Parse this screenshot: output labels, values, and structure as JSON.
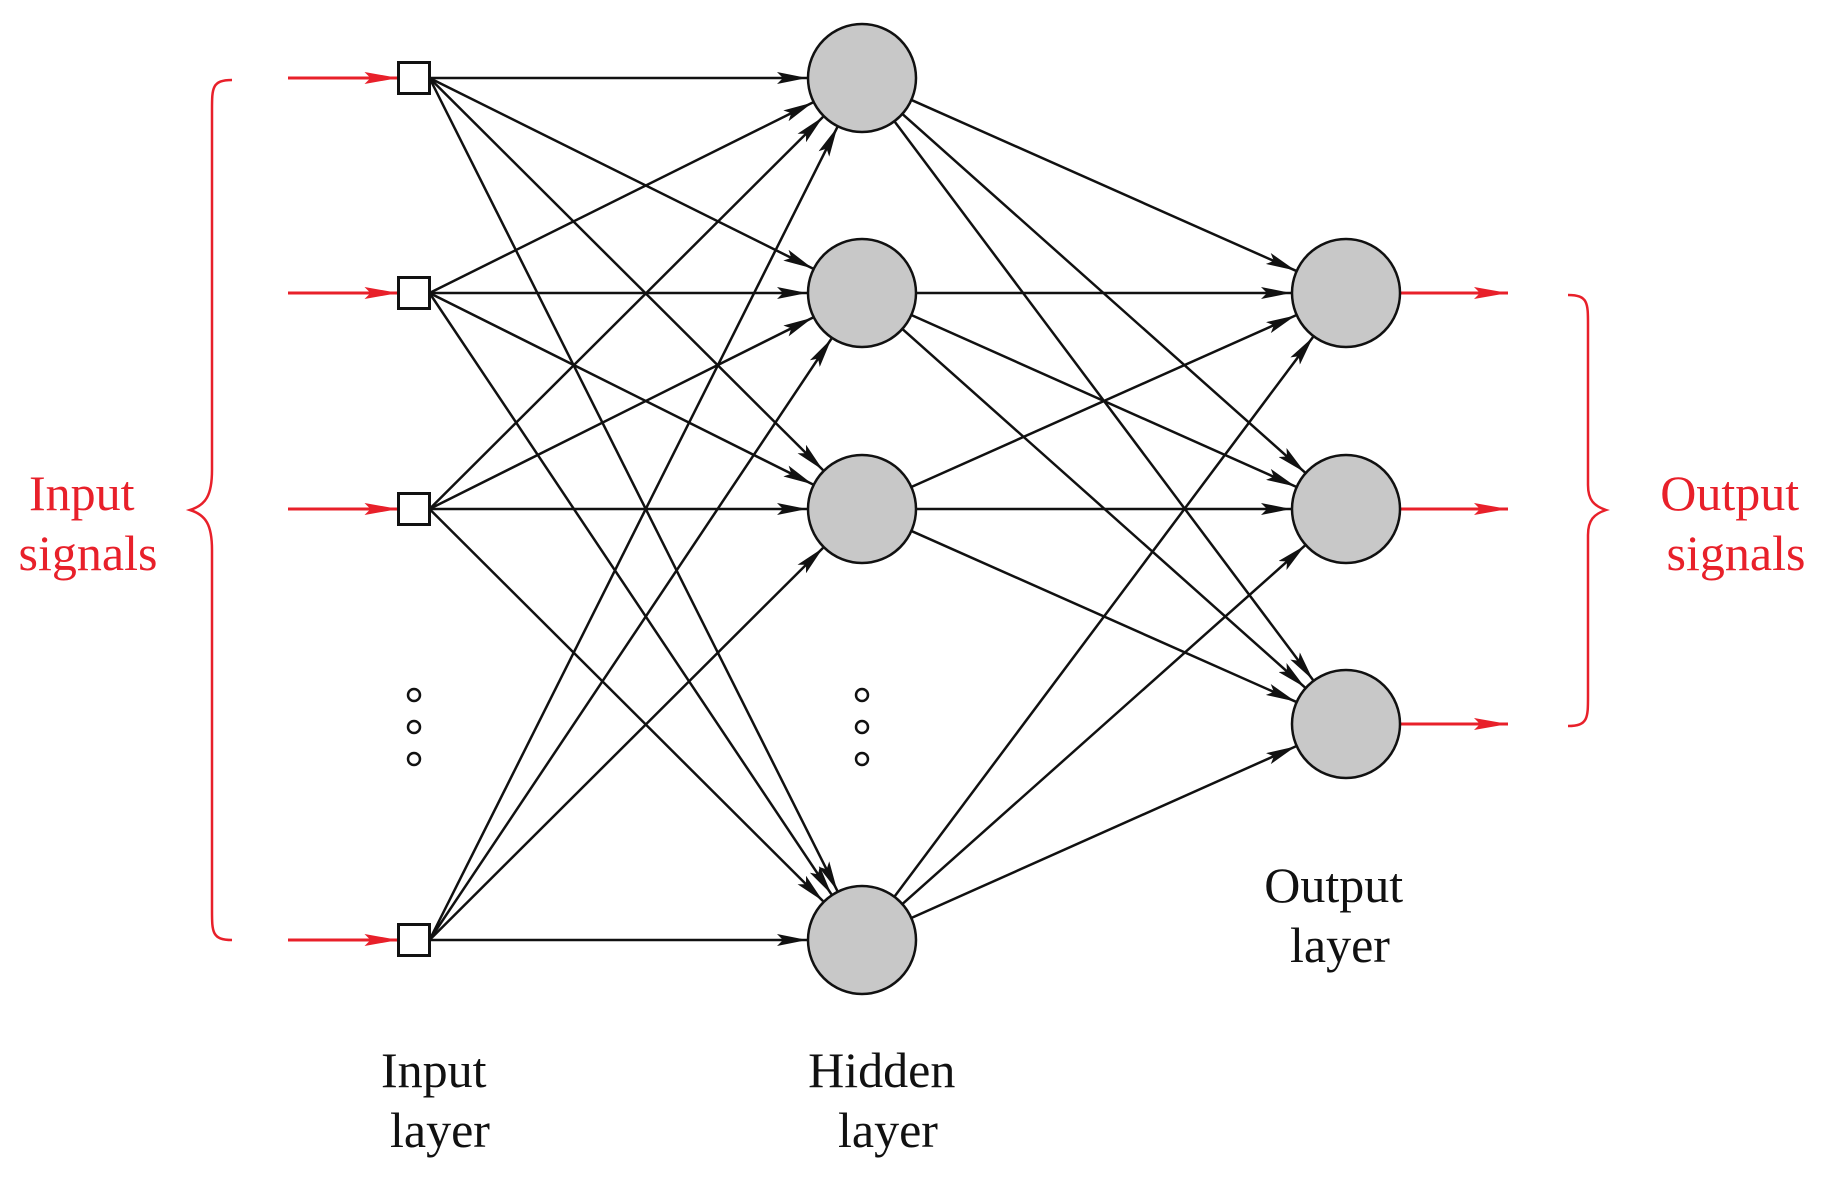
{
  "labels": {
    "input_signals": [
      "Input",
      "signals"
    ],
    "output_signals": [
      "Output",
      "signals"
    ],
    "input_layer": [
      "Input",
      "layer"
    ],
    "hidden_layer": [
      "Hidden",
      "layer"
    ],
    "output_layer": [
      "Output",
      "layer"
    ]
  },
  "network": {
    "input_nodes": 4,
    "hidden_nodes": 4,
    "output_nodes": 3,
    "fully_connected": true,
    "ellipsis_in_input_layer": true,
    "ellipsis_in_hidden_layer": true
  },
  "colors": {
    "signal": "#e8202a",
    "connection": "#111111",
    "neuron_fill": "#c8c8c8",
    "neuron_stroke": "#111111",
    "input_node_fill": "#ffffff"
  }
}
